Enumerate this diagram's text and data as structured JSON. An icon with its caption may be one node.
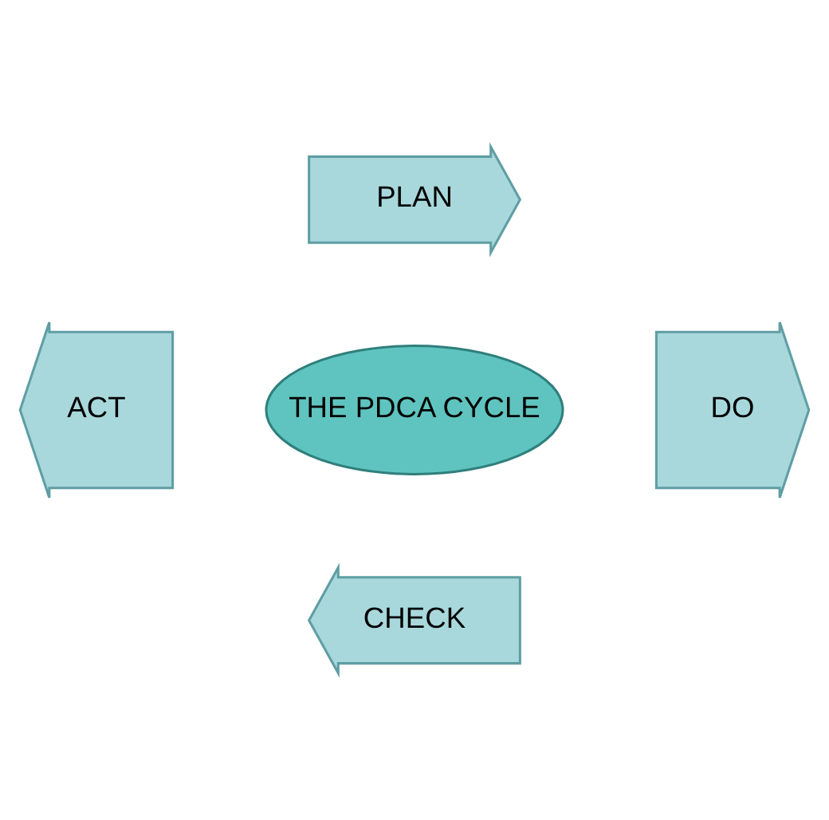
{
  "diagram": {
    "nodes": [
      {
        "text": [
          "PLAN"
        ]
      },
      {
        "text": [
          "ACT"
        ]
      },
      {
        "text": [
          "THE PDCA CYCLE"
        ]
      },
      {
        "text": [
          "DO"
        ]
      },
      {
        "text": [
          "CHECK"
        ]
      }
    ],
    "edges": []
  }
}
